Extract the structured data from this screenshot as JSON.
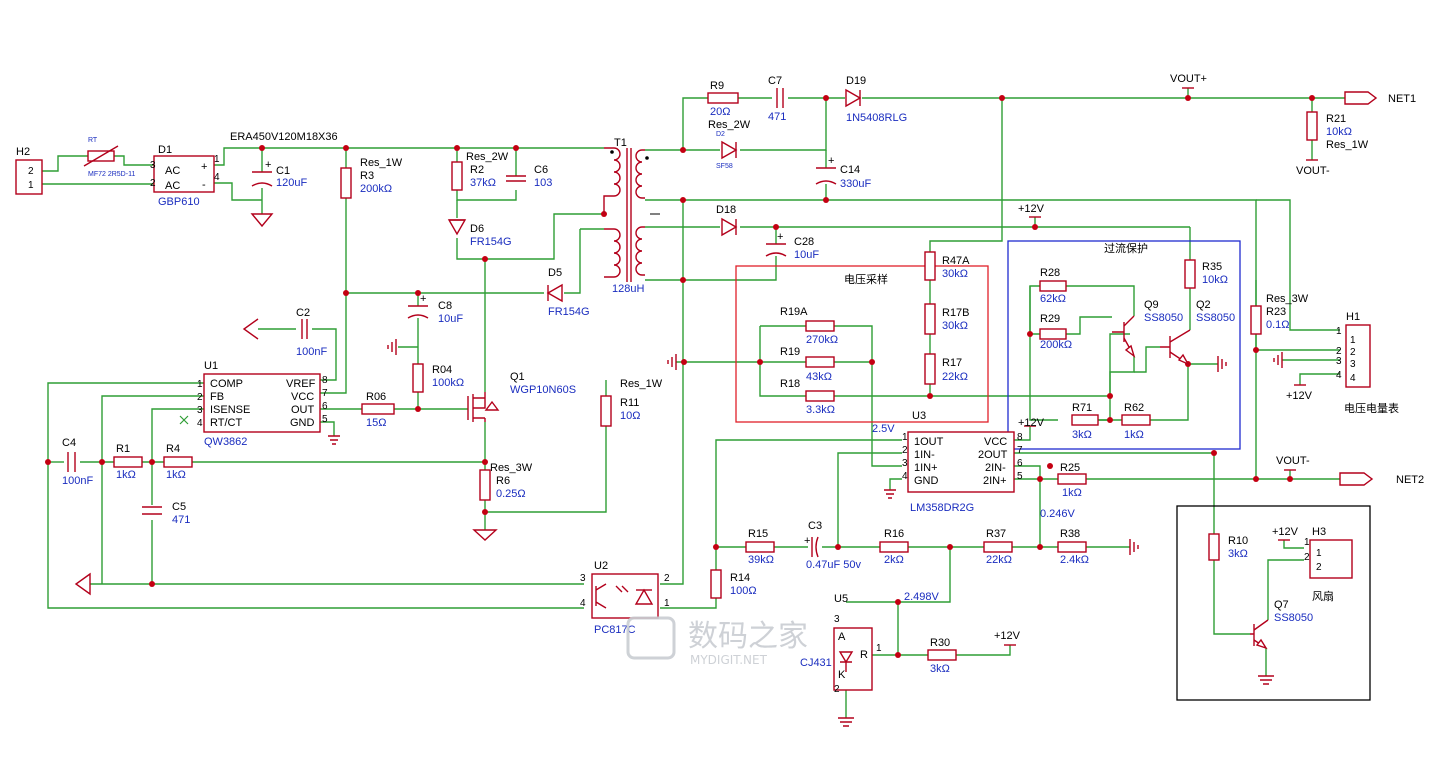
{
  "components": {
    "H2": {
      "ref": "H2",
      "pins": [
        "2",
        "1"
      ]
    },
    "RT": {
      "ref": "RT",
      "value": "MF72 2R5D-11"
    },
    "D1": {
      "ref": "D1",
      "value": "GBP610",
      "pins": [
        "3",
        "2",
        "1",
        "4"
      ],
      "labels": [
        "AC",
        "AC",
        "+",
        "-"
      ]
    },
    "C1": {
      "ref": "C1",
      "value": "120uF"
    },
    "ERA": {
      "label": "ERA450V120M18X36"
    },
    "R3": {
      "ref": "R3",
      "value": "200kΩ",
      "pkg": "Res_1W"
    },
    "R2": {
      "ref": "R2",
      "value": "37kΩ",
      "pkg": "Res_2W"
    },
    "C6": {
      "ref": "C6",
      "value": "103"
    },
    "D6": {
      "ref": "D6",
      "value": "FR154G"
    },
    "T1": {
      "ref": "T1",
      "value": "128uH"
    },
    "D5": {
      "ref": "D5",
      "value": "FR154G"
    },
    "C8": {
      "ref": "C8",
      "value": "10uF"
    },
    "C2": {
      "ref": "C2",
      "value": "100nF"
    },
    "U1": {
      "ref": "U1",
      "value": "QW3862",
      "left_pins": [
        "1",
        "2",
        "3",
        "4"
      ],
      "left_labels": [
        "COMP",
        "FB",
        "ISENSE",
        "RT/CT"
      ],
      "right_pins": [
        "8",
        "7",
        "6",
        "5"
      ],
      "right_labels": [
        "VREF",
        "VCC",
        "OUT",
        "GND"
      ]
    },
    "R04": {
      "ref": "R04",
      "value": "100kΩ"
    },
    "R06": {
      "ref": "R06",
      "value": "15Ω"
    },
    "Q1": {
      "ref": "Q1",
      "value": "WGP10N60S"
    },
    "C4": {
      "ref": "C4",
      "value": "100nF"
    },
    "R1": {
      "ref": "R1",
      "value": "1kΩ"
    },
    "R4": {
      "ref": "R4",
      "value": "1kΩ"
    },
    "C5": {
      "ref": "C5",
      "value": "471"
    },
    "R6": {
      "ref": "R6",
      "value": "0.25Ω",
      "pkg": "Res_3W"
    },
    "R11": {
      "ref": "R11",
      "value": "10Ω",
      "pkg": "Res_1W"
    },
    "U2": {
      "ref": "U2",
      "value": "PC817C",
      "pins": [
        "3",
        "4",
        "2",
        "1"
      ]
    },
    "R14": {
      "ref": "R14",
      "value": "100Ω"
    },
    "R9": {
      "ref": "R9",
      "value": "20Ω",
      "pkg": "Res_2W"
    },
    "C7": {
      "ref": "C7",
      "value": "471"
    },
    "D2": {
      "ref": "D2",
      "value": "SF58"
    },
    "D19": {
      "ref": "D19",
      "value": "1N5408RLG"
    },
    "C14": {
      "ref": "C14",
      "value": "330uF"
    },
    "D18": {
      "ref": "D18"
    },
    "C28": {
      "ref": "C28",
      "value": "10uF"
    },
    "VOUTP": {
      "label": "VOUT+"
    },
    "VOUTM1": {
      "label": "VOUT-"
    },
    "VOUTM2": {
      "label": "VOUT-"
    },
    "NET1": {
      "label": "NET1"
    },
    "NET2": {
      "label": "NET2"
    },
    "R21": {
      "ref": "R21",
      "value": "10kΩ",
      "pkg": "Res_1W"
    },
    "V12": {
      "label": "+12V"
    },
    "vs_title": {
      "label": "电压采样"
    },
    "R47A": {
      "ref": "R47A",
      "value": "30kΩ"
    },
    "R17B": {
      "ref": "R17B",
      "value": "30kΩ"
    },
    "R17": {
      "ref": "R17",
      "value": "22kΩ"
    },
    "R19A": {
      "ref": "R19A",
      "value": "270kΩ"
    },
    "R19": {
      "ref": "R19",
      "value": "43kΩ"
    },
    "R18": {
      "ref": "R18",
      "value": "3.3kΩ"
    },
    "oc_title": {
      "label": "过流保护"
    },
    "R28": {
      "ref": "R28",
      "value": "62kΩ"
    },
    "R29": {
      "ref": "R29",
      "value": "200kΩ"
    },
    "Q9": {
      "ref": "Q9",
      "value": "SS8050"
    },
    "Q2": {
      "ref": "Q2",
      "value": "SS8050"
    },
    "R35": {
      "ref": "R35",
      "value": "10kΩ"
    },
    "R71": {
      "ref": "R71",
      "value": "3kΩ"
    },
    "R62": {
      "ref": "R62",
      "value": "1kΩ"
    },
    "R23": {
      "ref": "R23",
      "value": "0.1Ω",
      "pkg": "Res_3W"
    },
    "H1": {
      "ref": "H1",
      "value": "电压电量表",
      "pins": [
        "1",
        "2",
        "3",
        "4"
      ]
    },
    "U3": {
      "ref": "U3",
      "value": "LM358DR2G",
      "left_pins": [
        "1",
        "2",
        "3",
        "4"
      ],
      "left_labels": [
        "1OUT",
        "1IN-",
        "1IN+",
        "GND"
      ],
      "right_pins": [
        "8",
        "7",
        "6",
        "5"
      ],
      "right_labels": [
        "VCC",
        "2OUT",
        "2IN-",
        "2IN+"
      ]
    },
    "R25": {
      "ref": "R25",
      "value": "1kΩ"
    },
    "R15": {
      "ref": "R15",
      "value": "39kΩ"
    },
    "C3": {
      "ref": "C3",
      "value": "0.47uF 50v"
    },
    "R16": {
      "ref": "R16",
      "value": "2kΩ"
    },
    "R37": {
      "ref": "R37",
      "value": "22kΩ"
    },
    "R38": {
      "ref": "R38",
      "value": "2.4kΩ"
    },
    "U5": {
      "ref": "U5",
      "value": "CJ431",
      "pins": [
        "3",
        "1",
        "2"
      ],
      "labels": [
        "A",
        "R",
        "K"
      ]
    },
    "R30": {
      "ref": "R30",
      "value": "3kΩ"
    },
    "R10": {
      "ref": "R10",
      "value": "3kΩ"
    },
    "Q7": {
      "ref": "Q7",
      "value": "SS8050"
    },
    "H3": {
      "ref": "H3",
      "value": "风扇",
      "pins": [
        "1",
        "2"
      ]
    }
  },
  "annotations": {
    "v25": "2.5V",
    "v0246": "0.246V",
    "v2498": "2.498V"
  },
  "watermark": {
    "text": "数码之家",
    "sub": "MYDIGIT.NET"
  },
  "colors": {
    "wire": "#2f9e35",
    "part": "#b3001b",
    "value": "#1a2dbf",
    "junction": "#c40012",
    "box_red": "#e0202a",
    "box_blue": "#1f2bd0",
    "box_black": "#000000"
  }
}
